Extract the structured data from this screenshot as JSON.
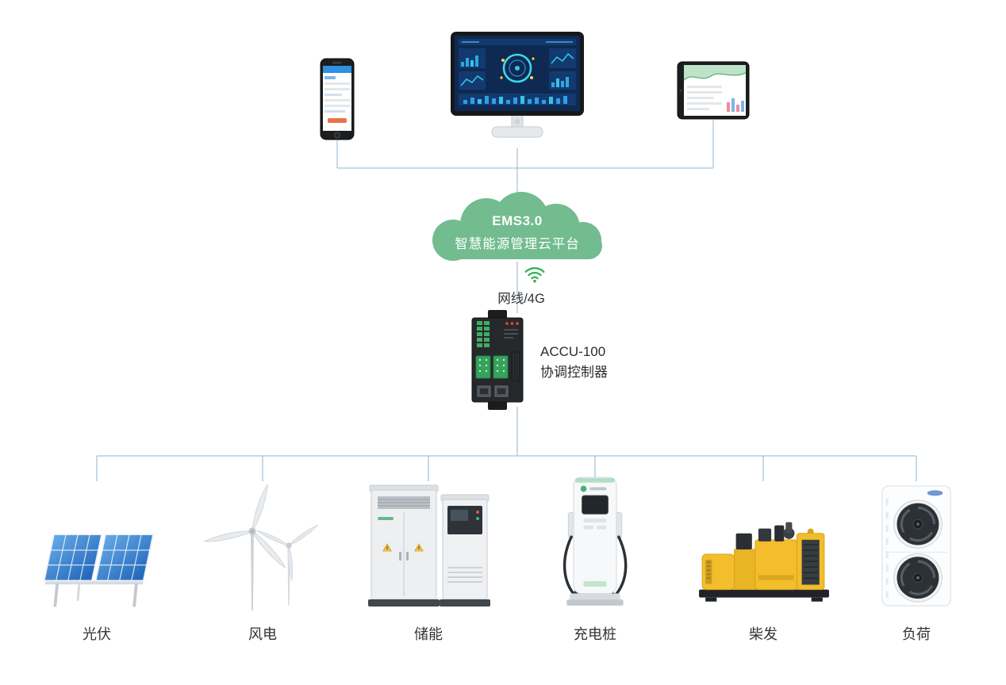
{
  "cloud": {
    "line1": "EMS3.0",
    "line2": "智慧能源管理云平台"
  },
  "link": {
    "icon": "wifi-icon",
    "label": "网线/4G"
  },
  "controller": {
    "model": "ACCU-100",
    "name": "协调控制器"
  },
  "devices": [
    {
      "id": "solar",
      "label": "光伏"
    },
    {
      "id": "wind",
      "label": "风电"
    },
    {
      "id": "storage",
      "label": "储能"
    },
    {
      "id": "charger",
      "label": "充电桩"
    },
    {
      "id": "diesel",
      "label": "柴发"
    },
    {
      "id": "load",
      "label": "负荷"
    }
  ],
  "colors": {
    "cloud_green": "#72bc90",
    "wifi_green": "#35b257",
    "connector_blue": "#a7c5d8",
    "label_dark": "#333333",
    "panel_blue": "#2f7fd0",
    "generator_yellow": "#f3bd2b"
  }
}
